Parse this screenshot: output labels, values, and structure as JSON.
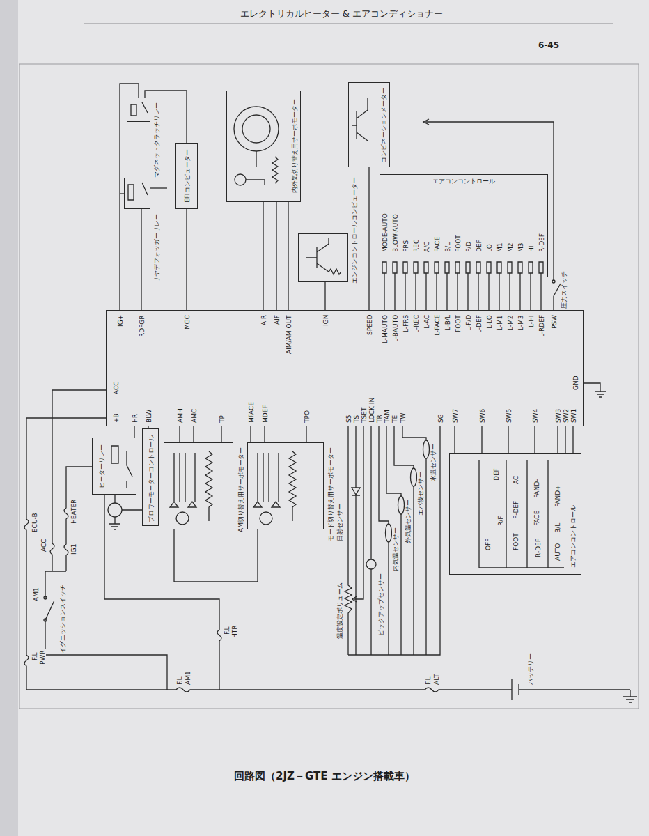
{
  "diagram": {
    "title": "エレクトリカルヒーター & エアコンディショナー",
    "caption": "回路図（2JZ－GTE エンジン搭載車）",
    "nodes": [
      {
        "text": [
          "IG+",
          "RDFGR",
          "MGC",
          "AIR",
          "AIF",
          "AIM/AM OUT",
          "IGN",
          "SPEED",
          "L-MAUTO",
          "L-BAUTO",
          "L-FRS",
          "L-REC",
          "L-AC",
          "L-FACE",
          "L-B/L",
          "FOOT",
          "L-F/D",
          "L-DEF",
          "L-LO",
          "L-M1",
          "L-M2",
          "L-M3",
          "L-HI",
          "L-RDEF",
          "PSW",
          "GND",
          "ACC",
          "+B",
          "HR",
          "BLW",
          "AMH",
          "AMC",
          "TP",
          "MFACE",
          "MDEF",
          "TPO",
          "S5",
          "TS",
          "TSET",
          "LOCK IN",
          "TR",
          "TAM",
          "TE",
          "TW",
          "SG",
          "SW7",
          "SW6",
          "SW5",
          "SW4",
          "SW3",
          "SW2",
          "SW1"
        ]
      },
      {
        "text": [
          "マグネットクラッチリレー"
        ]
      },
      {
        "text": [
          "リヤデフォッガーリレー"
        ]
      },
      {
        "text": [
          "EFIコンピューター"
        ]
      },
      {
        "text": [
          "内外気切り替え用サーボモーター"
        ]
      },
      {
        "text": [
          "エンジンコントロールコンピューター"
        ]
      },
      {
        "text": [
          "コンビネーションメーター"
        ]
      },
      {
        "text": [
          "エアコンコントロール",
          "MODE-AUTO",
          "BLOW-AUTO",
          "FRS",
          "REC",
          "A/C",
          "FACE",
          "B/L",
          "FOOT",
          "F/D",
          "DEF",
          "LO",
          "M1",
          "M2",
          "M3",
          "HI",
          "R-DEF"
        ]
      },
      {
        "text": [
          "ヒーターリレー"
        ]
      },
      {
        "text": [
          "ブロワーモーターコントロール"
        ]
      },
      {
        "text": [
          "AM切り替え用サーボモーター"
        ]
      },
      {
        "text": [
          "モード切り替え用サーボモーター"
        ]
      },
      {
        "text": [
          "エアコンコントロール",
          "OFF",
          "R/F",
          "DEF",
          "FOOT",
          "F-DEF",
          "AC",
          "R-DEF",
          "FACE",
          "FAND-",
          "AUTO",
          "B/L",
          "FAND+"
        ]
      }
    ],
    "edges": [
      {
        "from": 0,
        "to": 2,
        "arrow": "none"
      },
      {
        "from": 0,
        "to": 3,
        "arrow": "none"
      },
      {
        "from": 0,
        "to": 4,
        "arrow": "none"
      },
      {
        "from": 0,
        "to": 4,
        "arrow": "none"
      },
      {
        "from": 0,
        "to": 4,
        "arrow": "none"
      },
      {
        "from": 0,
        "to": 5,
        "arrow": "none"
      },
      {
        "from": 0,
        "to": 6,
        "arrow": "none"
      },
      {
        "from": 0,
        "to": 7,
        "arrow": "none"
      },
      {
        "from": 0,
        "to": 7,
        "arrow": "none"
      },
      {
        "from": 0,
        "to": 7,
        "arrow": "none"
      },
      {
        "from": 0,
        "to": 7,
        "arrow": "none"
      },
      {
        "from": 0,
        "to": 7,
        "arrow": "none"
      },
      {
        "from": 0,
        "to": 7,
        "arrow": "none"
      },
      {
        "from": 0,
        "to": 7,
        "arrow": "none"
      },
      {
        "from": 0,
        "to": 7,
        "arrow": "none"
      },
      {
        "from": 0,
        "to": 7,
        "arrow": "none"
      },
      {
        "from": 0,
        "to": 7,
        "arrow": "none"
      },
      {
        "from": 0,
        "to": 7,
        "arrow": "none"
      },
      {
        "from": 0,
        "to": 7,
        "arrow": "none"
      },
      {
        "from": 0,
        "to": 7,
        "arrow": "none"
      },
      {
        "from": 0,
        "to": 7,
        "arrow": "none"
      },
      {
        "from": 0,
        "to": 7,
        "arrow": "none"
      },
      {
        "from": 0,
        "to": 7,
        "arrow": "none"
      },
      {
        "from": 0,
        "to": 8,
        "arrow": "none"
      },
      {
        "from": 0,
        "to": 9,
        "arrow": "none"
      },
      {
        "from": 0,
        "to": 10,
        "arrow": "none"
      },
      {
        "from": 0,
        "to": 10,
        "arrow": "none"
      },
      {
        "from": 0,
        "to": 10,
        "arrow": "none"
      },
      {
        "from": 0,
        "to": 11,
        "arrow": "none"
      },
      {
        "from": 0,
        "to": 11,
        "arrow": "none"
      },
      {
        "from": 0,
        "to": 11,
        "arrow": "none"
      },
      {
        "from": 0,
        "to": 12,
        "arrow": "none"
      },
      {
        "from": 0,
        "to": 12,
        "arrow": "none"
      },
      {
        "from": 0,
        "to": 12,
        "arrow": "none"
      },
      {
        "from": 0,
        "to": 12,
        "arrow": "none"
      },
      {
        "from": 0,
        "to": 12,
        "arrow": "none"
      },
      {
        "from": 0,
        "to": 12,
        "arrow": "none"
      },
      {
        "from": 0,
        "to": 12,
        "arrow": "none"
      }
    ],
    "labels": [
      "6-45",
      "イグニッションスイッチ",
      "AM1",
      "ECU-B",
      "ACC",
      "IG1",
      "HEATER",
      "F.L",
      "PWR",
      "F.L",
      "AM1",
      "F.L",
      "HTR",
      "F.L",
      "ALT",
      "バッテリー",
      "日射センサー",
      "温度設定ボリューム",
      "ピックアップセンサー",
      "内気温センサー",
      "外気温センサー",
      "エバ後センサー",
      "水温センサー",
      "圧力スイッチ"
    ]
  }
}
